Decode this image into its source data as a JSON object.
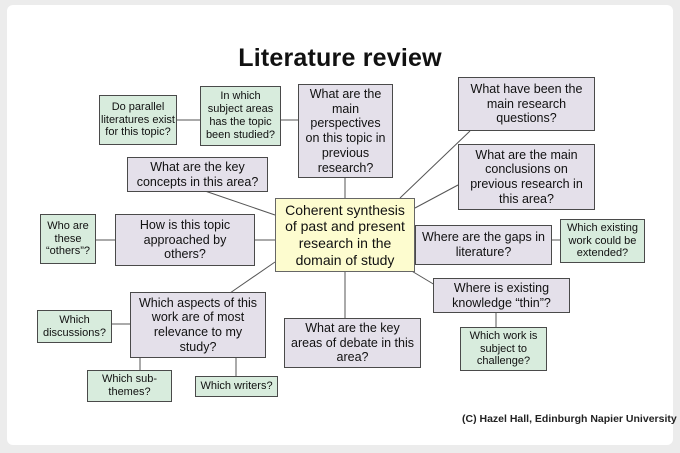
{
  "title": "Literature review",
  "center": "Coherent synthesis\nof past and present\nresearch in the\ndomain of study",
  "questions": {
    "parallel_literatures": "Do parallel\nliteratures exist\nfor this topic?",
    "subject_areas": "In which\nsubject areas\nhas the topic\nbeen studied?",
    "main_perspectives": "What are the\nmain\nperspectives\non this topic in\nprevious\nresearch?",
    "main_research_questions": "What have been the\nmain research\nquestions?",
    "key_concepts": "What are the key\nconcepts in this area?",
    "main_conclusions": "What are the main\nconclusions on\nprevious research in\nthis area?",
    "who_others": "Who are\nthese\n“others”?",
    "approached_by_others": "How is this topic\napproached by\nothers?",
    "gaps": "Where are the gaps in\nliterature?",
    "existing_work_extended": "Which existing\nwork could be\nextended?",
    "knowledge_thin": "Where is existing\nknowledge “thin”?",
    "aspects_relevance": "Which aspects of this\nwork are of most\nrelevance to my\nstudy?",
    "which_discussions": "Which\ndiscussions?",
    "key_areas_debate": "What are the key\nareas of debate in this\narea?",
    "work_challenge": "Which work is\nsubject to\nchallenge?",
    "sub_themes": "Which sub-\nthemes?",
    "which_writers": "Which writers?"
  },
  "credit": "(C) Hazel Hall, Edinburgh Napier University"
}
